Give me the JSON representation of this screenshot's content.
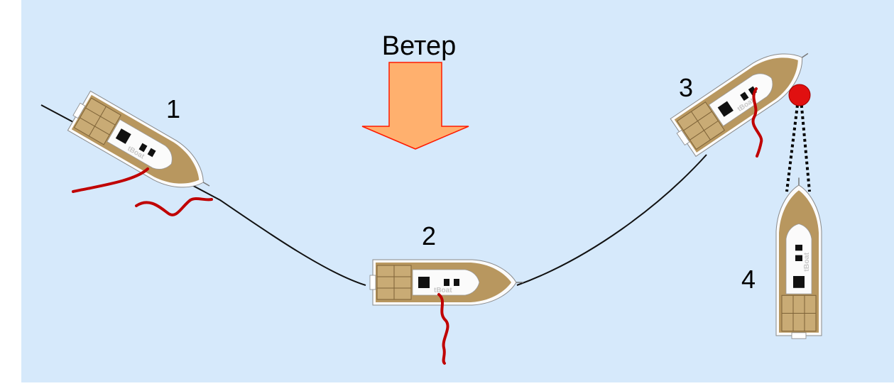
{
  "wind": {
    "label": "Ветер",
    "fill": "#FFB06E",
    "stroke": "#FF1A00"
  },
  "colors": {
    "water": "#D6E9FB",
    "deck": "#B8975F",
    "cabin": "#FBFBFB",
    "sheet_line": "#C00000",
    "mark_buoy": "#E01010",
    "track": "#111111"
  },
  "boats": [
    {
      "number": "1",
      "watermark": "tBoat"
    },
    {
      "number": "2",
      "watermark": "tBoat"
    },
    {
      "number": "3",
      "watermark": "tBoat"
    },
    {
      "number": "4",
      "watermark": "tBoat"
    }
  ],
  "icons": {
    "mark": "buoy-icon",
    "wind": "arrow-down-icon"
  }
}
